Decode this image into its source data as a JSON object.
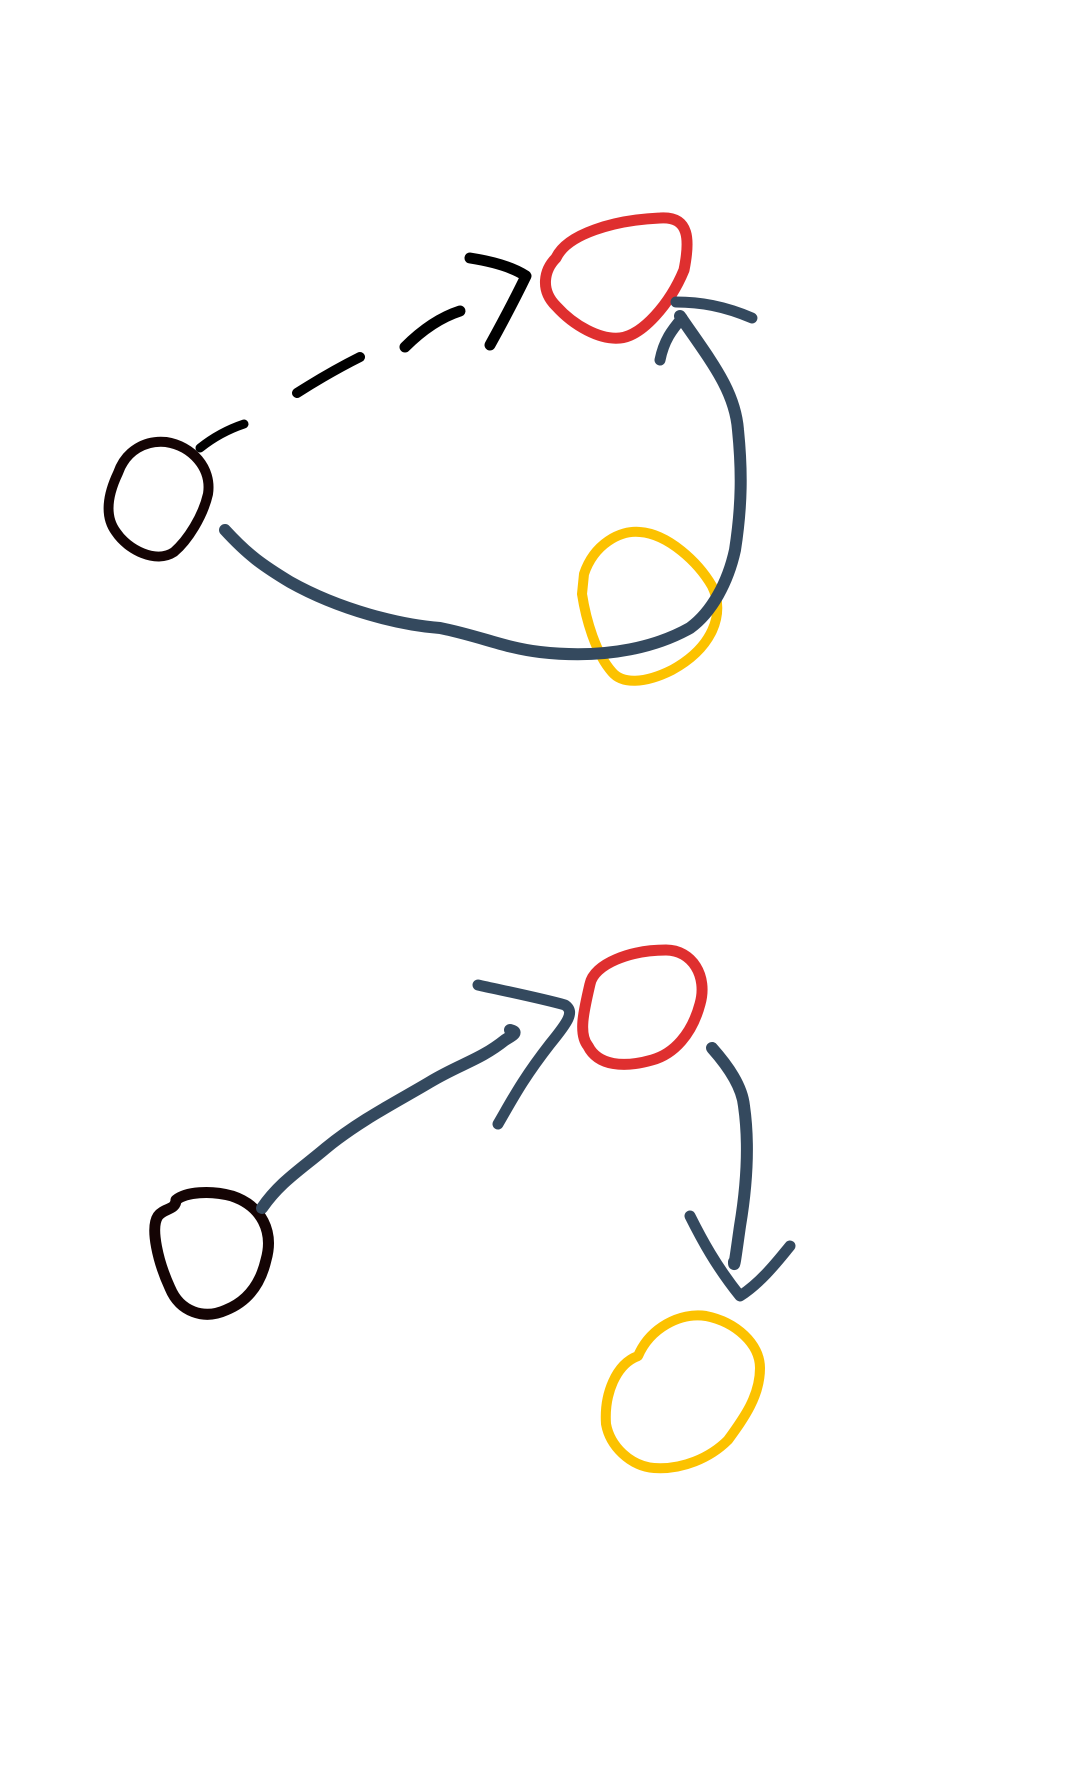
{
  "colors": {
    "background": "#ffffff",
    "node_black": "#140404",
    "node_red": "#df2f2f",
    "node_yellow": "#fcc200",
    "arrow_dashed": "#000000",
    "arrow_solid": "#34495e"
  },
  "diagrams": [
    {
      "nodes": [
        {
          "color": "node_black"
        },
        {
          "color": "node_red"
        },
        {
          "color": "node_yellow"
        }
      ],
      "edges": [
        {
          "from": 0,
          "to": 1,
          "style": "dashed",
          "color": "arrow_dashed"
        },
        {
          "from": 0,
          "to": 1,
          "via": 2,
          "style": "solid",
          "color": "arrow_solid"
        }
      ]
    },
    {
      "nodes": [
        {
          "color": "node_black"
        },
        {
          "color": "node_red"
        },
        {
          "color": "node_yellow"
        }
      ],
      "edges": [
        {
          "from": 0,
          "to": 1,
          "style": "solid",
          "color": "arrow_solid"
        },
        {
          "from": 1,
          "to": 2,
          "style": "solid",
          "color": "arrow_solid"
        }
      ]
    }
  ]
}
